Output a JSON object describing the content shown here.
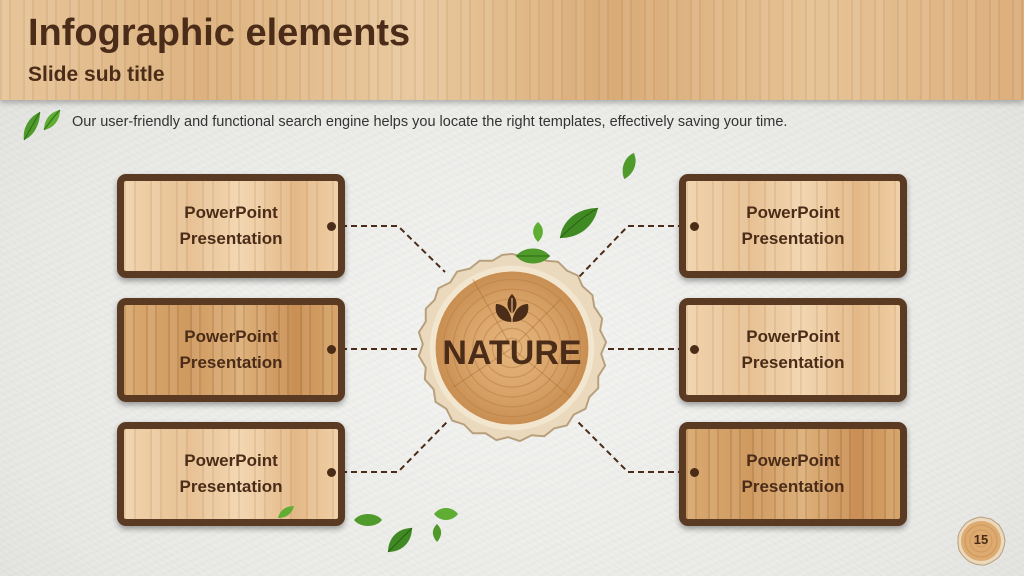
{
  "slide": {
    "title": "Infographic elements",
    "subtitle": "Slide sub title",
    "intro": "Our user-friendly and functional search engine helps you locate the right templates, effectively saving your time.",
    "center_label": "NATURE",
    "page_number": "15"
  },
  "boxes": {
    "left_1": {
      "line1": "PowerPoint",
      "line2": "Presentation"
    },
    "left_2": {
      "line1": "PowerPoint",
      "line2": "Presentation"
    },
    "left_3": {
      "line1": "PowerPoint",
      "line2": "Presentation"
    },
    "right_1": {
      "line1": "PowerPoint",
      "line2": "Presentation"
    },
    "right_2": {
      "line1": "PowerPoint",
      "line2": "Presentation"
    },
    "right_3": {
      "line1": "PowerPoint",
      "line2": "Presentation"
    }
  },
  "icons": {
    "intro": "leaves-icon",
    "center": "sprout-icon",
    "decor": "leaf-icon",
    "page": "wood-slice-icon"
  },
  "colors": {
    "brand_brown": "#4a2c18",
    "frame_brown": "#5b3a24",
    "leaf_green": "#4f9a2a",
    "wood_light": "#e7c194"
  }
}
